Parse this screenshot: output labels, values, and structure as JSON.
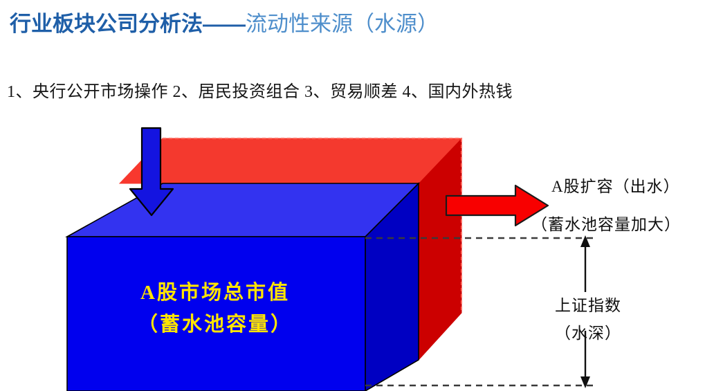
{
  "title": {
    "main": "行业板块公司分析法——",
    "sub": "流动性来源（水源）"
  },
  "bullets": {
    "line": "1、央行公开市场操作  2、居民投资组合  3、贸易顺差   4、国内外热钱",
    "items": [
      "1、央行公开市场操作",
      "2、居民投资组合",
      "3、贸易顺差",
      "4、国内外热钱"
    ]
  },
  "diagram": {
    "reservoir_label_line1": "A股市场总市值",
    "reservoir_label_line2": "（蓄水池容量）",
    "outflow_label_line1": "A股扩容（出水）",
    "outflow_label_line2": "（蓄水池容量加大）",
    "depth_label_line1": "上证指数",
    "depth_label_line2": "（水深）",
    "colors": {
      "tank_top": "#F4392E",
      "tank_side": "#CC0000",
      "water_top": "#3333F0",
      "water_front": "#0000EE",
      "water_side": "#0000C2",
      "inflow_arrow": "#1414E0",
      "outflow_arrow": "#F80000",
      "label_text": "#FFE400",
      "title_main": "#1F5FA8",
      "title_sub": "#4E8ECB",
      "dimension_line": "#333333"
    },
    "inflow_arrow_direction": "down",
    "outflow_arrow_direction": "right",
    "depth_arrow_direction": "vertical-double"
  }
}
